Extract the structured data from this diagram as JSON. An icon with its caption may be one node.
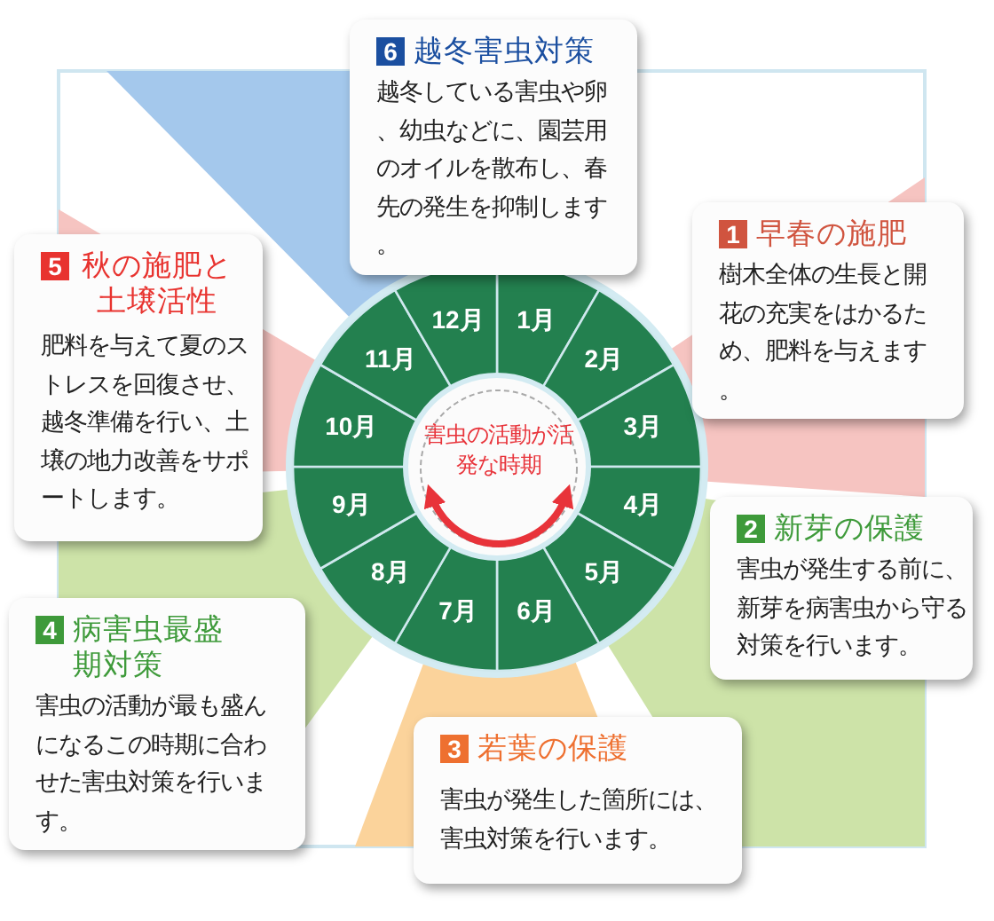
{
  "diagram": {
    "nodes": [
      {
        "text": [
          "1",
          "早春の施肥",
          "樹木全体の生長と開花の充実をはかるため、肥料を与えます。"
        ]
      },
      {
        "text": [
          "2",
          "新芽の保護",
          "害虫が発生する前に、新芽を病害虫から守る対策を行います。"
        ]
      },
      {
        "text": [
          "3",
          "若葉の保護",
          "害虫が発生した箇所には、害虫対策を行います。"
        ]
      },
      {
        "text": [
          "4",
          "病害虫最盛期対策",
          "害虫の活動が最も盛んになるこの時期に合わせた害虫対策を行います。"
        ]
      },
      {
        "text": [
          "5",
          "秋の施肥と土壌活性",
          "肥料を与えて夏のストレスを回復させ、越冬準備を行い、土壌の地力改善をサポートします。"
        ]
      },
      {
        "text": [
          "6",
          "越冬害虫対策",
          "越冬している害虫や卵、幼虫などに、園芸用のオイルを散布し、春先の発生を抑制します。"
        ]
      },
      {
        "text": [
          "1月"
        ]
      },
      {
        "text": [
          "2月"
        ]
      },
      {
        "text": [
          "3月"
        ]
      },
      {
        "text": [
          "4月"
        ]
      },
      {
        "text": [
          "5月"
        ]
      },
      {
        "text": [
          "6月"
        ]
      },
      {
        "text": [
          "7月"
        ]
      },
      {
        "text": [
          "8月"
        ]
      },
      {
        "text": [
          "9月"
        ]
      },
      {
        "text": [
          "10月"
        ]
      },
      {
        "text": [
          "11月"
        ]
      },
      {
        "text": [
          "12月"
        ]
      },
      {
        "text": [
          "害虫の活動が活発な時期"
        ]
      }
    ]
  }
}
